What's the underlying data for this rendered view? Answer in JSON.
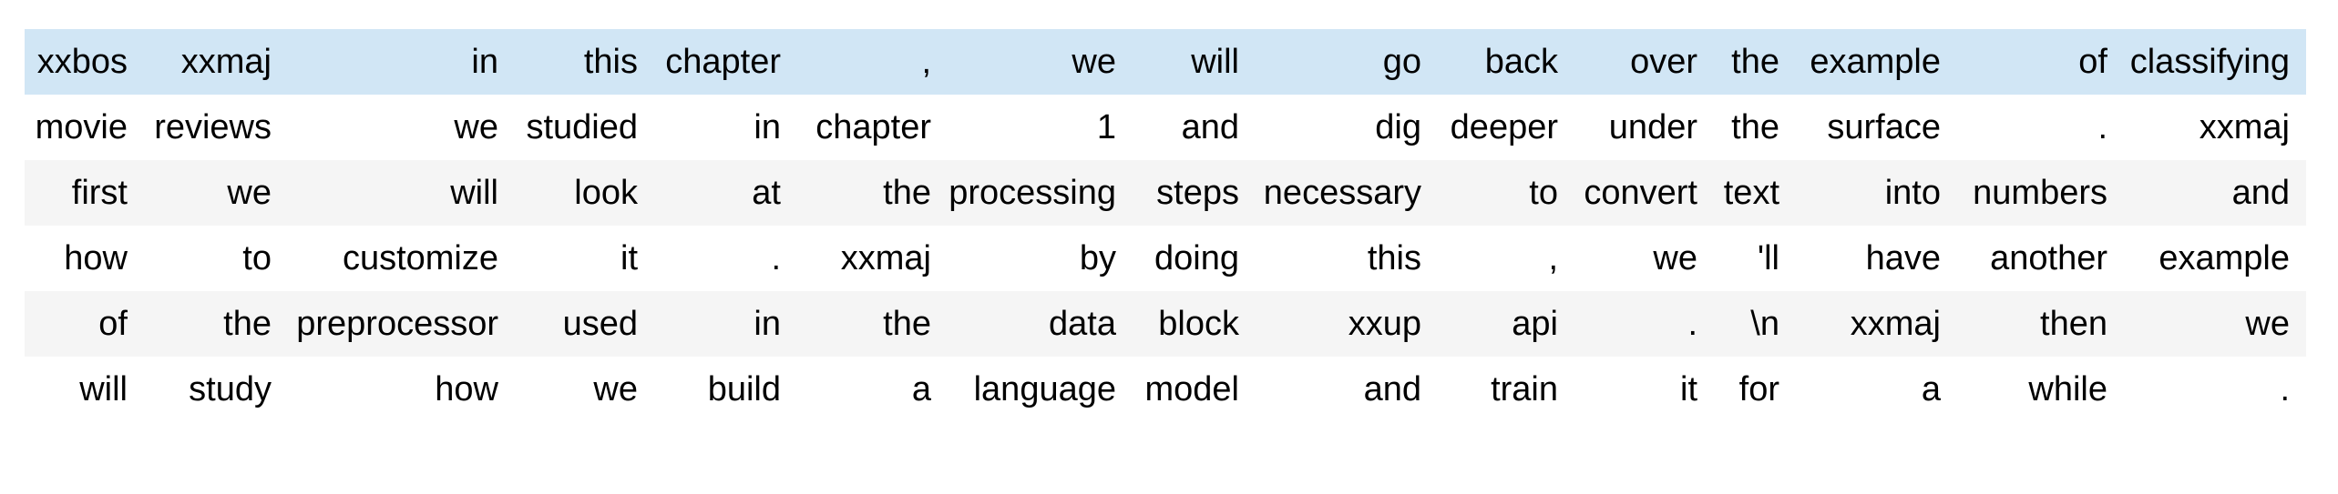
{
  "colors": {
    "background": "#ffffff",
    "row_default": "#ffffff",
    "row_stripe": "#f5f5f5",
    "row_highlight": "#d1e6f5",
    "text": "#000000"
  },
  "table": {
    "highlighted_row_index": 0,
    "num_columns": 15,
    "rows": [
      [
        "xxbos",
        "xxmaj",
        "in",
        "this",
        "chapter",
        ",",
        "we",
        "will",
        "go",
        "back",
        "over",
        "the",
        "example",
        "of",
        "classifying"
      ],
      [
        "movie",
        "reviews",
        "we",
        "studied",
        "in",
        "chapter",
        "1",
        "and",
        "dig",
        "deeper",
        "under",
        "the",
        "surface",
        ".",
        "xxmaj"
      ],
      [
        "first",
        "we",
        "will",
        "look",
        "at",
        "the",
        "processing",
        "steps",
        "necessary",
        "to",
        "convert",
        "text",
        "into",
        "numbers",
        "and"
      ],
      [
        "how",
        "to",
        "customize",
        "it",
        ".",
        "xxmaj",
        "by",
        "doing",
        "this",
        ",",
        "we",
        "'ll",
        "have",
        "another",
        "example"
      ],
      [
        "of",
        "the",
        "preprocessor",
        "used",
        "in",
        "the",
        "data",
        "block",
        "xxup",
        "api",
        ".",
        "\\n",
        "xxmaj",
        "then",
        "we"
      ],
      [
        "will",
        "study",
        "how",
        "we",
        "build",
        "a",
        "language",
        "model",
        "and",
        "train",
        "it",
        "for",
        "a",
        "while",
        "."
      ]
    ]
  }
}
